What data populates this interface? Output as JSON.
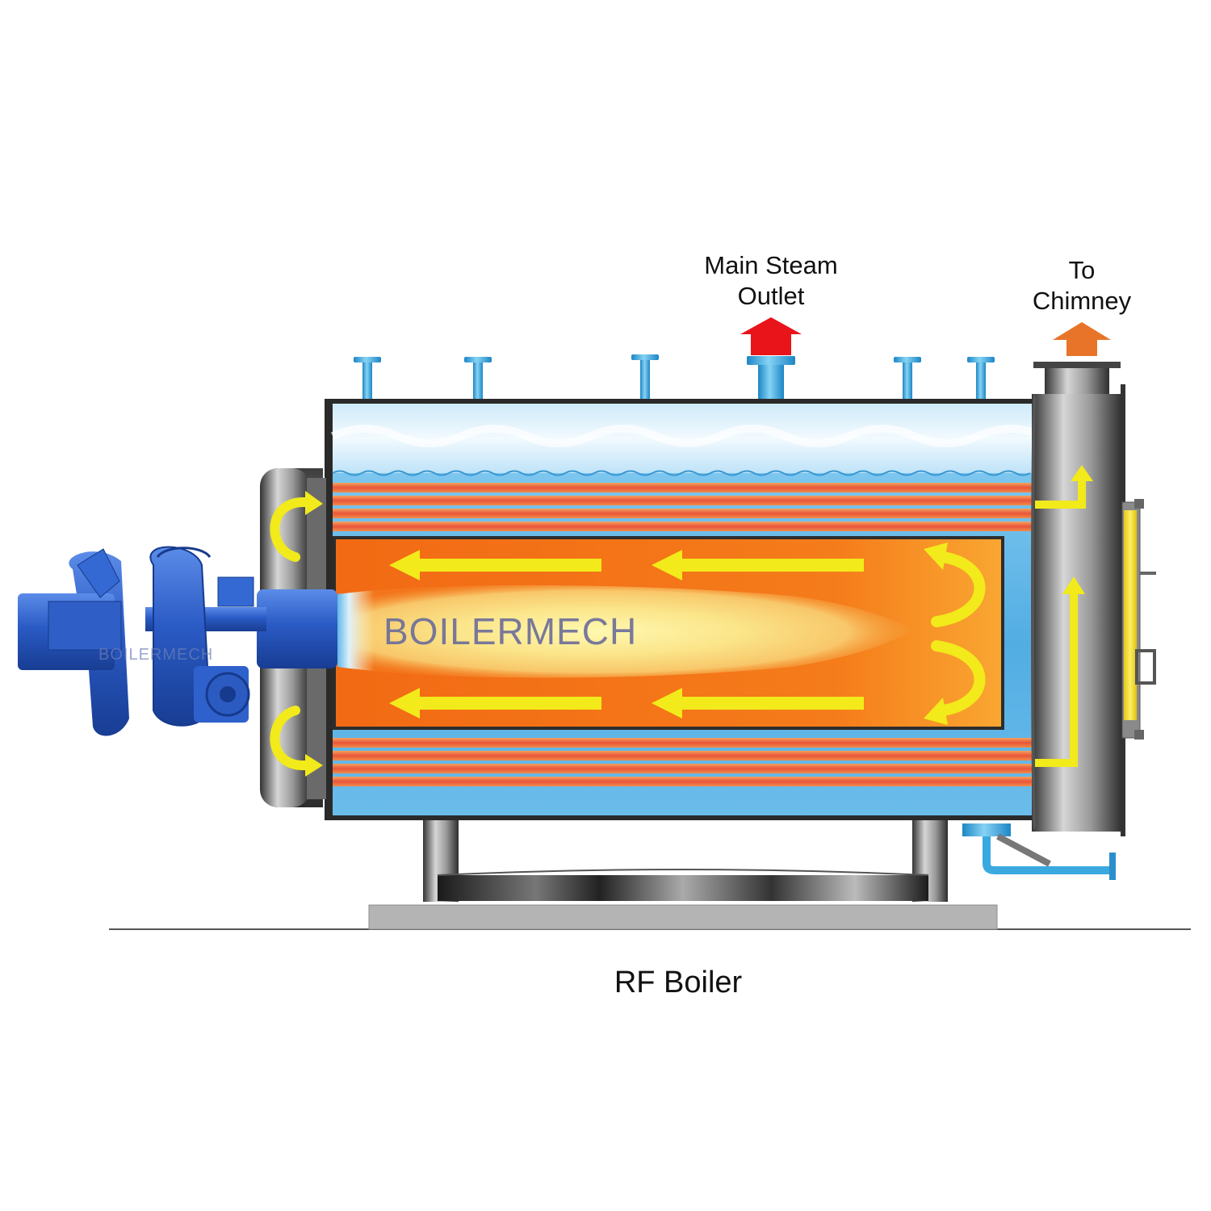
{
  "labels": {
    "steam_outlet": [
      "Main Steam",
      "Outlet"
    ],
    "chimney": [
      "To",
      "Chimney"
    ],
    "caption": "RF Boiler"
  },
  "watermark": "BOILERMECH",
  "colors": {
    "steam_arrow": "#e8141a",
    "chimney_arrow": "#e8742a",
    "gas_flow_arrows": "#f2ea1a",
    "water": "#5ab2e6",
    "furnace": "#f57a16",
    "burner": "#2f62c9",
    "pipe": "#3aa9df"
  },
  "icons": {
    "steam_outlet": "arrow-up-icon",
    "chimney": "arrow-up-icon",
    "flue_flow": "arrow-left-icon"
  }
}
